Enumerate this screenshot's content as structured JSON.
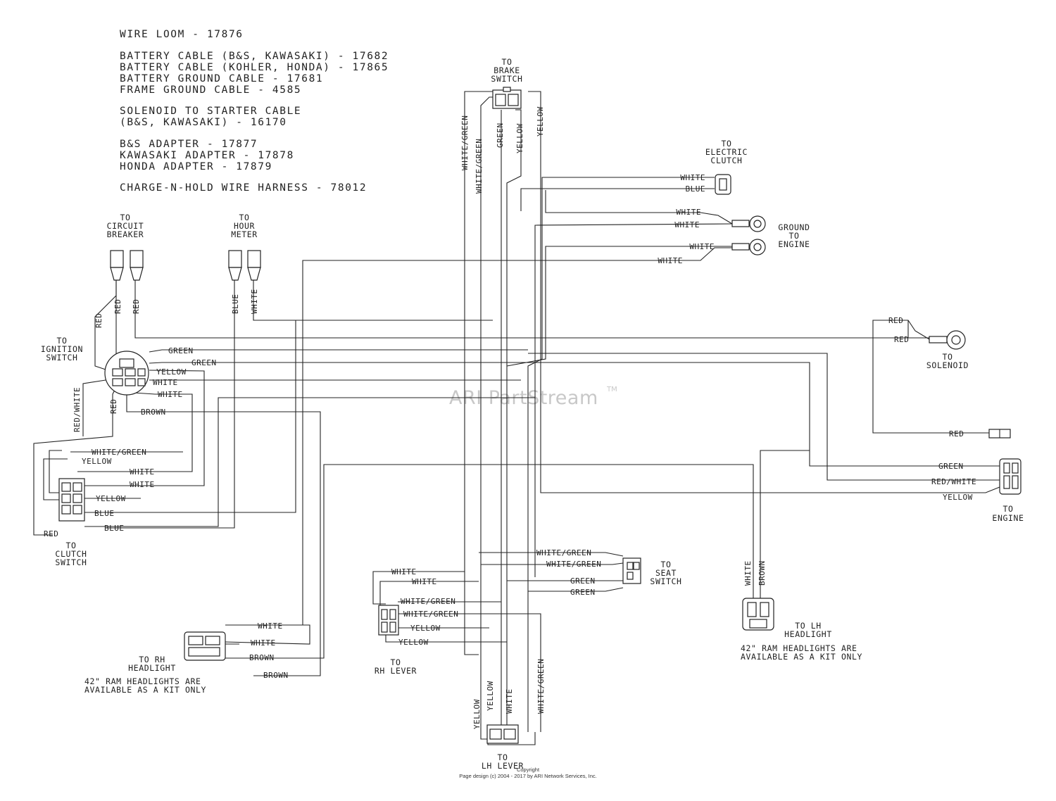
{
  "parts_list": [
    "WIRE LOOM - 17876",
    "BATTERY CABLE (B&S, KAWASAKI) - 17682",
    "BATTERY CABLE (KOHLER, HONDA) - 17865",
    "BATTERY GROUND CABLE - 17681",
    "FRAME GROUND CABLE - 4585",
    "SOLENOID TO STARTER CABLE",
    "(B&S, KAWASAKI) - 16170",
    "B&S ADAPTER - 17877",
    "KAWASAKI ADAPTER - 17878",
    "HONDA ADAPTER - 17879",
    "CHARGE-N-HOLD WIRE HARNESS - 78012"
  ],
  "components": {
    "brake_switch": [
      "TO",
      "BRAKE",
      "SWITCH"
    ],
    "electric_clutch": [
      "TO",
      "ELECTRIC",
      "CLUTCH"
    ],
    "ground_to_engine": [
      "GROUND",
      "TO",
      "ENGINE"
    ],
    "circuit_breaker": [
      "TO",
      "CIRCUIT",
      "BREAKER"
    ],
    "hour_meter": [
      "TO",
      "HOUR",
      "METER"
    ],
    "ignition_switch": [
      "TO",
      "IGNITION",
      "SWITCH"
    ],
    "solenoid": [
      "TO",
      "SOLENOID"
    ],
    "engine": [
      "TO",
      "ENGINE"
    ],
    "clutch_switch": [
      "TO",
      "CLUTCH",
      "SWITCH"
    ],
    "seat_switch": [
      "TO",
      "SEAT",
      "SWITCH"
    ],
    "lh_headlight": [
      "TO LH",
      "HEADLIGHT"
    ],
    "lh_headlight_note": [
      "42\" RAM HEADLIGHTS ARE",
      "AVAILABLE AS A KIT ONLY"
    ],
    "rh_headlight": [
      "TO RH",
      "HEADLIGHT"
    ],
    "rh_headlight_note": [
      "42\" RAM HEADLIGHTS ARE",
      "AVAILABLE AS A KIT ONLY"
    ],
    "rh_lever": [
      "TO",
      "RH LEVER"
    ],
    "lh_lever": [
      "TO",
      "LH LEVER"
    ]
  },
  "wire_labels": {
    "brake_white_green": "WHITE/GREEN",
    "brake_white_green_2": "WHITE/GREEN",
    "brake_green": "GREEN",
    "brake_yellow": "YELLOW",
    "brake_yellow_2": "YELLOW",
    "clutch_white": "WHITE",
    "clutch_blue": "BLUE",
    "ground_white_1": "WHITE",
    "ground_white_2": "WHITE",
    "ground_white_3": "WHITE",
    "ground_white_4": "WHITE",
    "cb_red_1": "RED",
    "cb_red_2": "RED",
    "cb_red_3": "RED",
    "hm_blue": "BLUE",
    "hm_white": "WHITE",
    "ign_green_1": "GREEN",
    "ign_green_2": "GREEN",
    "ign_yellow": "YELLOW",
    "ign_white_1": "WHITE",
    "ign_white_2": "WHITE",
    "ign_brown": "BROWN",
    "ign_red_white": "RED/WHITE",
    "ign_red": "RED",
    "sol_red_1": "RED",
    "sol_red_2": "RED",
    "red_bullet": "RED",
    "eng_green": "GREEN",
    "eng_red_white": "RED/WHITE",
    "eng_yellow": "YELLOW",
    "cs_white_green": "WHITE/GREEN",
    "cs_yellow_1": "YELLOW",
    "cs_white_1": "WHITE",
    "cs_white_2": "WHITE",
    "cs_yellow_2": "YELLOW",
    "cs_blue_1": "BLUE",
    "cs_blue_2": "BLUE",
    "cs_red": "RED",
    "seat_white_green_1": "WHITE/GREEN",
    "seat_white_green_2": "WHITE/GREEN",
    "seat_green_1": "GREEN",
    "seat_green_2": "GREEN",
    "lh_white": "WHITE",
    "lh_brown": "BROWN",
    "rh_white_1": "WHITE",
    "rh_white_2": "WHITE",
    "rh_brown_1": "BROWN",
    "rh_brown_2": "BROWN",
    "rhl_white_1": "WHITE",
    "rhl_white_2": "WHITE",
    "rhl_white_green_1": "WHITE/GREEN",
    "rhl_white_green_2": "WHITE/GREEN",
    "rhl_yellow_1": "YELLOW",
    "rhl_yellow_2": "YELLOW",
    "lhl_yellow_1": "YELLOW",
    "lhl_yellow_2": "YELLOW",
    "lhl_white": "WHITE",
    "lhl_white_green": "WHITE/GREEN"
  },
  "watermark": "ARI PartStream",
  "watermark_tm": "TM",
  "footer": [
    "Copyright",
    "Page design (c) 2004 - 2017 by ARI Network Services, Inc."
  ]
}
